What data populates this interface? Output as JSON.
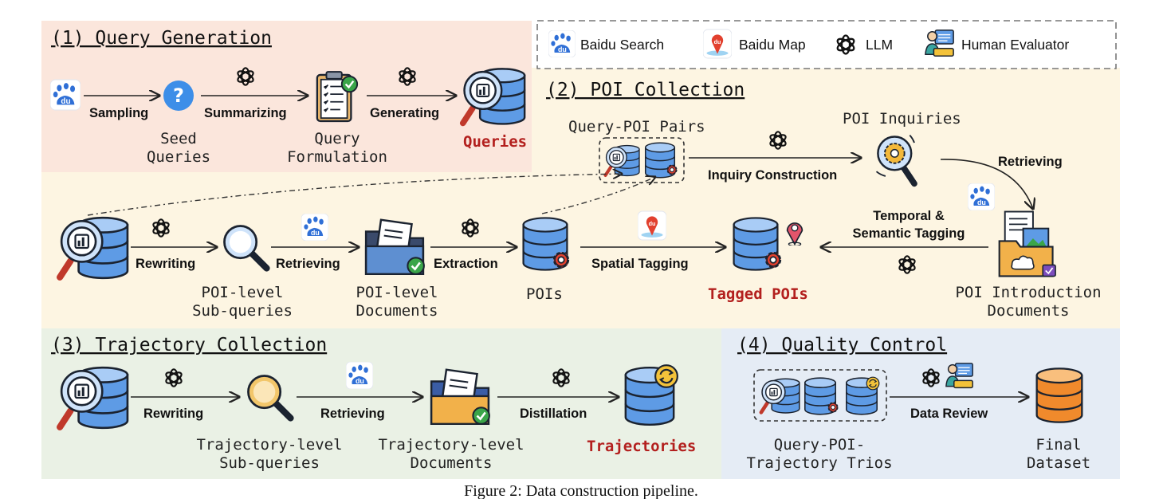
{
  "legend": {
    "baidu_search": "Baidu Search",
    "baidu_map": "Baidu Map",
    "llm": "LLM",
    "human_evaluator": "Human Evaluator"
  },
  "sections": {
    "query_generation": "(1) Query Generation",
    "poi_collection": "(2) POI Collection",
    "trajectory_collection": "(3) Trajectory Collection",
    "quality_control": "(4) Quality Control"
  },
  "nodes": {
    "seed_queries": [
      "Seed",
      "Queries"
    ],
    "query_formulation": [
      "Query",
      "Formulation"
    ],
    "queries": "Queries",
    "query_poi_pairs": "Query-POI Pairs",
    "poi_inquiries": "POI Inquiries",
    "poi_level_subqueries": [
      "POI-level",
      "Sub-queries"
    ],
    "poi_level_documents": [
      "POI-level",
      "Documents"
    ],
    "pois": "POIs",
    "tagged_pois": "Tagged POIs",
    "poi_intro_documents": [
      "POI Introduction",
      "Documents"
    ],
    "trajectory_subqueries": [
      "Trajectory-level",
      "Sub-queries"
    ],
    "trajectory_documents": [
      "Trajectory-level",
      "Documents"
    ],
    "trajectories": "Trajectories",
    "trios": [
      "Query-POI-",
      "Trajectory Trios"
    ],
    "final_dataset": [
      "Final",
      "Dataset"
    ]
  },
  "edges": {
    "sampling": "Sampling",
    "summarizing": "Summarizing",
    "generating": "Generating",
    "inquiry_construction": "Inquiry Construction",
    "retrieving_poi_intro": "Retrieving",
    "temporal_semantic": [
      "Temporal &",
      "Semantic Tagging"
    ],
    "rewriting_poi": "Rewriting",
    "retrieving_poi": "Retrieving",
    "extraction": "Extraction",
    "spatial_tagging": "Spatial Tagging",
    "rewriting_traj": "Rewriting",
    "retrieving_traj": "Retrieving",
    "distillation": "Distillation",
    "data_review": "Data Review"
  },
  "caption": "Figure 2: Data construction pipeline.",
  "colors": {
    "query_generation_bg": "#fbe6dc",
    "poi_collection_bg": "#fdf5e2",
    "trajectory_collection_bg": "#eaf1e5",
    "quality_control_bg": "#e5ecf5",
    "highlight_red": "#b3201e"
  }
}
